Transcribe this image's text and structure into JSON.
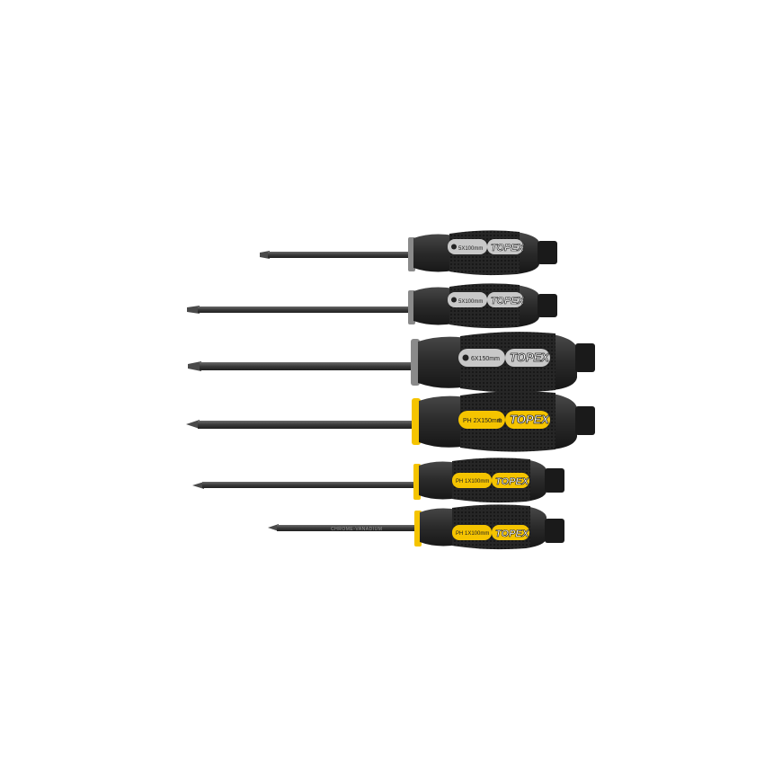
{
  "colors": {
    "background": "#ffffff",
    "handle_black": "#2b2b2b",
    "grip_dark": "#1c1c1c",
    "slotted_badge": "#c8c8c8",
    "phillips_badge": "#f5c400",
    "shaft": "#3a3a3a",
    "logo_fill": "#ffffff",
    "logo_outline": "#1a1a1a"
  },
  "brand": "TOPEX",
  "shaft_marking": "CHROME-VANADIUM",
  "screwdrivers": [
    {
      "type": "slotted",
      "spec": "5X100mm",
      "icon": "slotted-tip-icon"
    },
    {
      "type": "slotted",
      "spec": "5X100mm",
      "icon": "slotted-tip-icon"
    },
    {
      "type": "slotted",
      "spec": "6X150mm",
      "icon": "slotted-tip-icon"
    },
    {
      "type": "phillips",
      "spec": "PH 2X150mm",
      "icon": "phillips-tip-icon"
    },
    {
      "type": "phillips",
      "spec": "PH 1X100mm",
      "icon": "phillips-tip-icon"
    },
    {
      "type": "phillips",
      "spec": "PH 1X100mm",
      "icon": "phillips-tip-icon"
    }
  ]
}
